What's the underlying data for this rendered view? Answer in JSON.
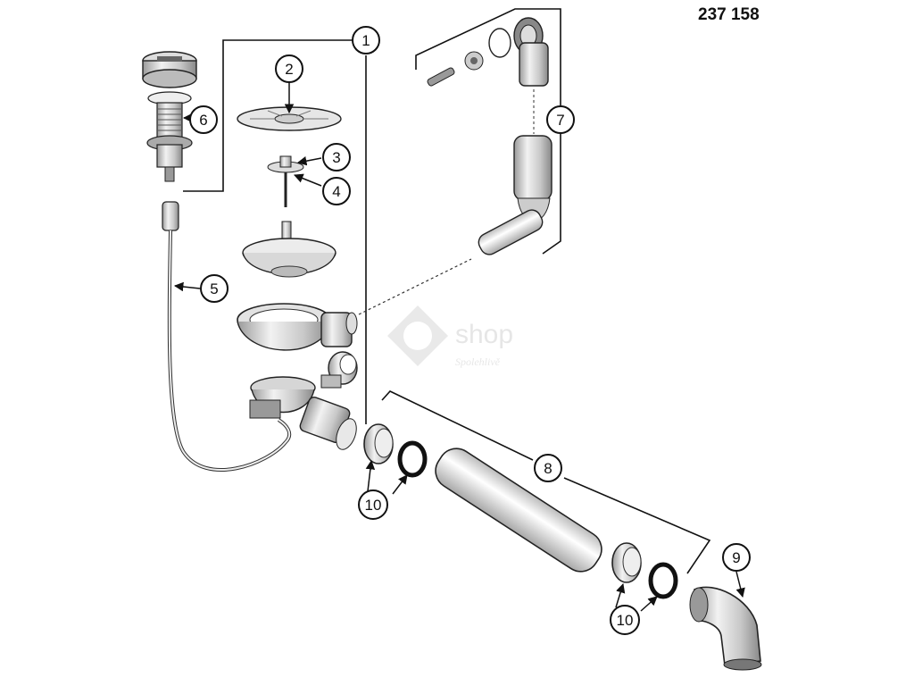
{
  "part_number": "237 158",
  "watermark": {
    "brand": "shop",
    "tagline": "Spolehlivě"
  },
  "callouts": [
    "1",
    "2",
    "3",
    "4",
    "5",
    "6",
    "7",
    "8",
    "9",
    "10",
    "10"
  ]
}
